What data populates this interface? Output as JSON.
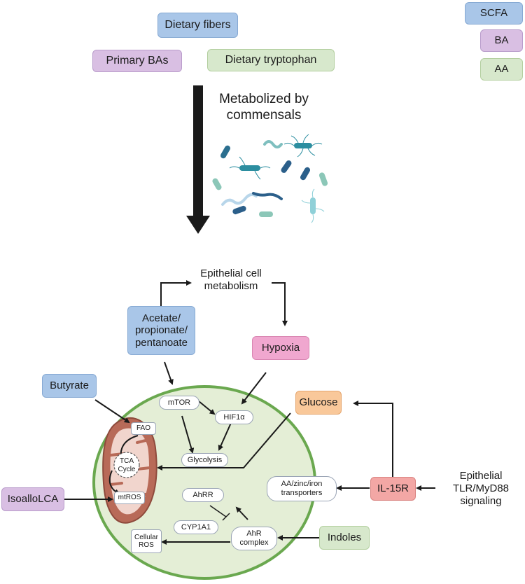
{
  "legend": {
    "scfa": "SCFA",
    "ba": "BA",
    "aa": "AA"
  },
  "inputs": {
    "dietary_fibers": "Dietary fibers",
    "primary_bas": "Primary BAs",
    "dietary_tryptophan": "Dietary tryptophan"
  },
  "process_label": "Metabolized by commensals",
  "metabolism_label": "Epithelial cell metabolism",
  "metabolites": {
    "acetate": "Acetate/ propionate/ pentanoate",
    "butyrate": "Butyrate",
    "isoallolca": "IsoalloLCA",
    "indoles": "Indoles",
    "hypoxia": "Hypoxia",
    "glucose": "Glucose",
    "il15r": "IL-15R"
  },
  "signaling_label": "Epithelial TLR/MyD88 signaling",
  "cell": {
    "mtor": "mTOR",
    "hif1a": "HIF1α",
    "glycolysis": "Glycolysis",
    "fao": "FAO",
    "tca": "TCA Cycle",
    "mtros": "mtROS",
    "transporters": "AA/zinc/iron transporters",
    "ahrr": "AhRR",
    "cyp1a1": "CYP1A1",
    "ahr_complex": "AhR complex",
    "cellular_ros": "Cellular ROS"
  },
  "colors": {
    "scfa": "#a9c6e8",
    "ba": "#d9bfe3",
    "aa": "#d7e8cc",
    "hypoxia": "#f0a7cf",
    "glucose": "#f9c89a",
    "il15r": "#f3a7a5",
    "cell_fill": "#e4eed6",
    "cell_border": "#6aa84f",
    "mitochondrion": "#b86a58"
  }
}
